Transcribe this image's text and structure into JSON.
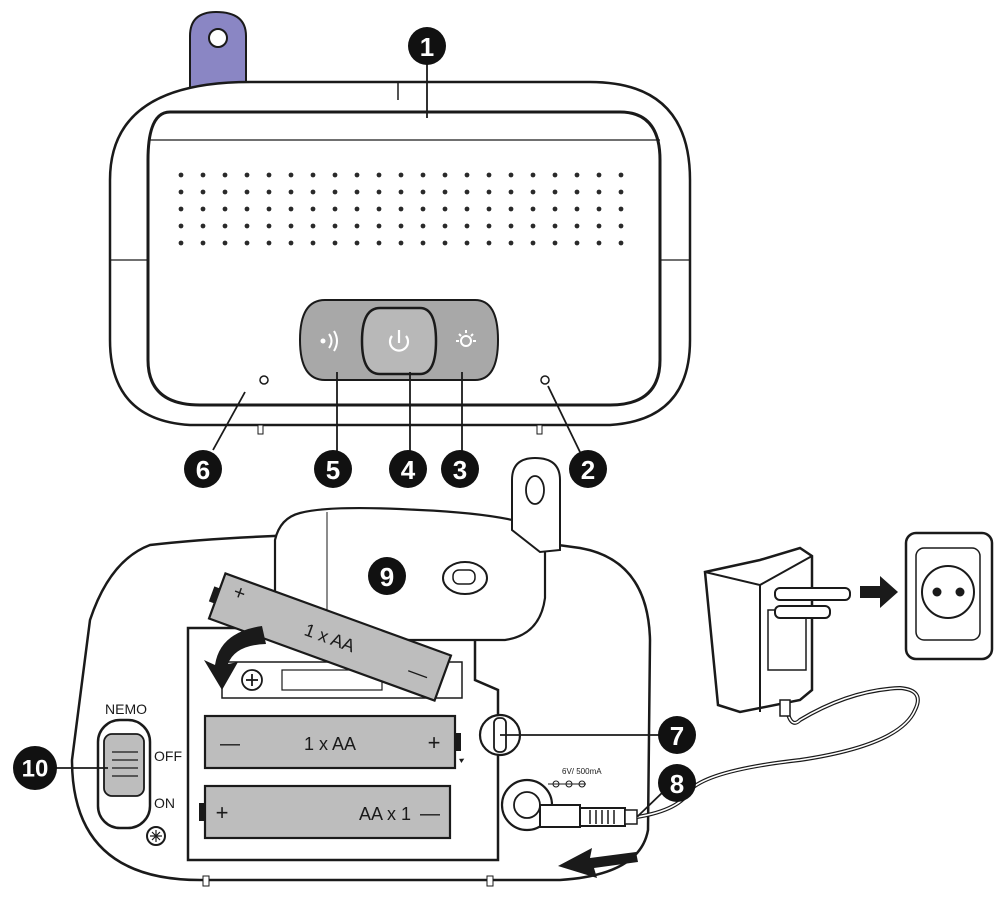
{
  "callouts": [
    "1",
    "2",
    "3",
    "4",
    "5",
    "6",
    "7",
    "8",
    "9",
    "10"
  ],
  "switch": {
    "top_label": "NEMO",
    "off_label": "OFF",
    "on_label": "ON"
  },
  "batteries": {
    "tilted": "1 x AA",
    "middle": "1 x AA",
    "bottom": "AA x 1",
    "plus": "+",
    "minus": "—"
  },
  "adapter_rating": "6V/ 500mA",
  "colors": {
    "outline": "#1a1a1a",
    "clip": "#8a86c4",
    "button_panel": "#a8a8a8",
    "callout": "#111111"
  },
  "icons": [
    "speaker-icon",
    "power-icon",
    "light-icon",
    "arrow-right-icon",
    "arrow-left-icon",
    "curved-arrow-icon",
    "wall-socket-icon",
    "power-adapter-icon"
  ]
}
